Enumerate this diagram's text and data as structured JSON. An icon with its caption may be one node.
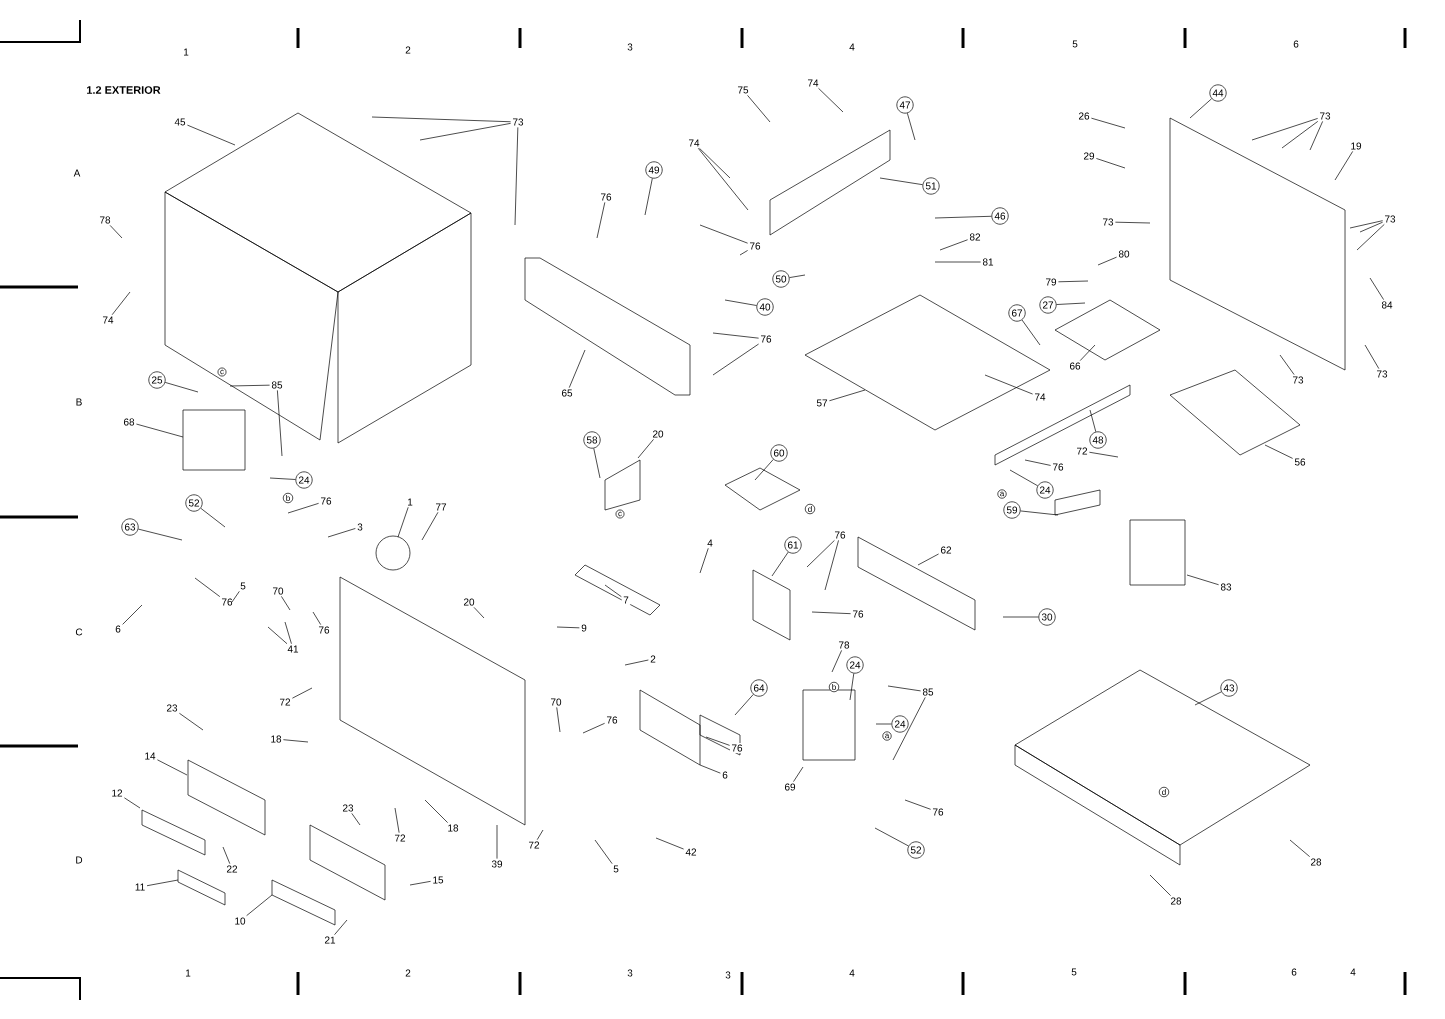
{
  "diagram": {
    "title": "1.2 EXTERIOR",
    "nodes": [
      {
        "text": [
          "45"
        ]
      },
      {
        "text": [
          "73"
        ]
      },
      {
        "text": [
          "78"
        ]
      },
      {
        "text": [
          "74"
        ]
      },
      {
        "text": [
          "75"
        ]
      },
      {
        "text": [
          "74"
        ]
      },
      {
        "text": [
          "47"
        ]
      },
      {
        "text": [
          "51"
        ]
      },
      {
        "text": [
          "74"
        ]
      },
      {
        "text": [
          "49"
        ]
      },
      {
        "text": [
          "76"
        ]
      },
      {
        "text": [
          "76"
        ]
      },
      {
        "text": [
          "46"
        ]
      },
      {
        "text": [
          "82"
        ]
      },
      {
        "text": [
          "81"
        ]
      },
      {
        "text": [
          "50"
        ]
      },
      {
        "text": [
          "40"
        ]
      },
      {
        "text": [
          "76"
        ]
      },
      {
        "text": [
          "65"
        ]
      },
      {
        "text": [
          "57"
        ]
      },
      {
        "text": [
          "74"
        ]
      },
      {
        "text": [
          "26"
        ]
      },
      {
        "text": [
          "44"
        ]
      },
      {
        "text": [
          "73"
        ]
      },
      {
        "text": [
          "29"
        ]
      },
      {
        "text": [
          "19"
        ]
      },
      {
        "text": [
          "73"
        ]
      },
      {
        "text": [
          "73"
        ]
      },
      {
        "text": [
          "80"
        ]
      },
      {
        "text": [
          "79"
        ]
      },
      {
        "text": [
          "27"
        ]
      },
      {
        "text": [
          "67"
        ]
      },
      {
        "text": [
          "66"
        ]
      },
      {
        "text": [
          "84"
        ]
      },
      {
        "text": [
          "73"
        ]
      },
      {
        "text": [
          "73"
        ]
      },
      {
        "text": [
          "48"
        ]
      },
      {
        "text": [
          "72"
        ]
      },
      {
        "text": [
          "76"
        ]
      },
      {
        "text": [
          "24"
        ]
      },
      {
        "text": [
          "56"
        ]
      },
      {
        "text": [
          "59"
        ]
      },
      {
        "text": [
          "83"
        ]
      },
      {
        "text": [
          "25"
        ]
      },
      {
        "text": [
          "85"
        ]
      },
      {
        "text": [
          "68"
        ]
      },
      {
        "text": [
          "24"
        ]
      },
      {
        "text": [
          "76"
        ]
      },
      {
        "text": [
          "52"
        ]
      },
      {
        "text": [
          "3"
        ]
      },
      {
        "text": [
          "63"
        ]
      },
      {
        "text": [
          "1"
        ]
      },
      {
        "text": [
          "77"
        ]
      },
      {
        "text": [
          "58"
        ]
      },
      {
        "text": [
          "20"
        ]
      },
      {
        "text": [
          "60"
        ]
      },
      {
        "text": [
          "76"
        ]
      },
      {
        "text": [
          "5"
        ]
      },
      {
        "text": [
          "6"
        ]
      },
      {
        "text": [
          "70"
        ]
      },
      {
        "text": [
          "76"
        ]
      },
      {
        "text": [
          "41"
        ]
      },
      {
        "text": [
          "20"
        ]
      },
      {
        "text": [
          "72"
        ]
      },
      {
        "text": [
          "4"
        ]
      },
      {
        "text": [
          "61"
        ]
      },
      {
        "text": [
          "76"
        ]
      },
      {
        "text": [
          "76"
        ]
      },
      {
        "text": [
          "7"
        ]
      },
      {
        "text": [
          "9"
        ]
      },
      {
        "text": [
          "2"
        ]
      },
      {
        "text": [
          "62"
        ]
      },
      {
        "text": [
          "30"
        ]
      },
      {
        "text": [
          "70"
        ]
      },
      {
        "text": [
          "76"
        ]
      },
      {
        "text": [
          "18"
        ]
      },
      {
        "text": [
          "72"
        ]
      },
      {
        "text": [
          "18"
        ]
      },
      {
        "text": [
          "39"
        ]
      },
      {
        "text": [
          "23"
        ]
      },
      {
        "text": [
          "14"
        ]
      },
      {
        "text": [
          "12"
        ]
      },
      {
        "text": [
          "22"
        ]
      },
      {
        "text": [
          "11"
        ]
      },
      {
        "text": [
          "23"
        ]
      },
      {
        "text": [
          "15"
        ]
      },
      {
        "text": [
          "10"
        ]
      },
      {
        "text": [
          "21"
        ]
      },
      {
        "text": [
          "72"
        ]
      },
      {
        "text": [
          "5"
        ]
      },
      {
        "text": [
          "42"
        ]
      },
      {
        "text": [
          "76"
        ]
      },
      {
        "text": [
          "6"
        ]
      },
      {
        "text": [
          "64"
        ]
      },
      {
        "text": [
          "78"
        ]
      },
      {
        "text": [
          "24"
        ]
      },
      {
        "text": [
          "24"
        ]
      },
      {
        "text": [
          "85"
        ]
      },
      {
        "text": [
          "69"
        ]
      },
      {
        "text": [
          "76"
        ]
      },
      {
        "text": [
          "52"
        ]
      },
      {
        "text": [
          "43"
        ]
      },
      {
        "text": [
          "28"
        ]
      },
      {
        "text": [
          "28"
        ]
      }
    ],
    "edges": [
      {
        "from": 0,
        "to": null,
        "arrow": "none"
      },
      {
        "from": 1,
        "to": null,
        "arrow": "none"
      },
      {
        "from": 1,
        "to": null,
        "arrow": "none"
      },
      {
        "from": 1,
        "to": null,
        "arrow": "none"
      },
      {
        "from": 2,
        "to": null,
        "arrow": "none"
      },
      {
        "from": 3,
        "to": null,
        "arrow": "none"
      },
      {
        "from": 4,
        "to": null,
        "arrow": "none"
      },
      {
        "from": 5,
        "to": null,
        "arrow": "none"
      },
      {
        "from": 6,
        "to": null,
        "arrow": "none"
      },
      {
        "from": 7,
        "to": null,
        "arrow": "none"
      },
      {
        "from": 8,
        "to": null,
        "arrow": "none"
      },
      {
        "from": 8,
        "to": null,
        "arrow": "none"
      },
      {
        "from": 9,
        "to": null,
        "arrow": "none"
      },
      {
        "from": 10,
        "to": null,
        "arrow": "none"
      },
      {
        "from": 11,
        "to": null,
        "arrow": "none"
      },
      {
        "from": 11,
        "to": null,
        "arrow": "none"
      },
      {
        "from": 12,
        "to": null,
        "arrow": "none"
      },
      {
        "from": 13,
        "to": null,
        "arrow": "none"
      },
      {
        "from": 14,
        "to": null,
        "arrow": "none"
      },
      {
        "from": 15,
        "to": null,
        "arrow": "none"
      },
      {
        "from": 16,
        "to": null,
        "arrow": "none"
      },
      {
        "from": 17,
        "to": null,
        "arrow": "none"
      },
      {
        "from": 17,
        "to": null,
        "arrow": "none"
      },
      {
        "from": 18,
        "to": null,
        "arrow": "none"
      },
      {
        "from": 19,
        "to": null,
        "arrow": "none"
      },
      {
        "from": 20,
        "to": null,
        "arrow": "none"
      },
      {
        "from": 21,
        "to": null,
        "arrow": "none"
      },
      {
        "from": 22,
        "to": null,
        "arrow": "none"
      },
      {
        "from": 23,
        "to": null,
        "arrow": "none"
      },
      {
        "from": 23,
        "to": null,
        "arrow": "none"
      },
      {
        "from": 23,
        "to": null,
        "arrow": "none"
      },
      {
        "from": 24,
        "to": null,
        "arrow": "none"
      },
      {
        "from": 25,
        "to": null,
        "arrow": "none"
      },
      {
        "from": 26,
        "to": null,
        "arrow": "none"
      },
      {
        "from": 27,
        "to": null,
        "arrow": "none"
      },
      {
        "from": 27,
        "to": null,
        "arrow": "none"
      },
      {
        "from": 27,
        "to": null,
        "arrow": "none"
      },
      {
        "from": 28,
        "to": null,
        "arrow": "none"
      },
      {
        "from": 29,
        "to": null,
        "arrow": "none"
      },
      {
        "from": 30,
        "to": null,
        "arrow": "none"
      },
      {
        "from": 31,
        "to": null,
        "arrow": "none"
      },
      {
        "from": 32,
        "to": null,
        "arrow": "none"
      },
      {
        "from": 33,
        "to": null,
        "arrow": "none"
      },
      {
        "from": 34,
        "to": null,
        "arrow": "none"
      },
      {
        "from": 35,
        "to": null,
        "arrow": "none"
      },
      {
        "from": 36,
        "to": null,
        "arrow": "none"
      },
      {
        "from": 37,
        "to": null,
        "arrow": "none"
      },
      {
        "from": 38,
        "to": null,
        "arrow": "none"
      },
      {
        "from": 39,
        "to": null,
        "arrow": "none"
      },
      {
        "from": 40,
        "to": null,
        "arrow": "none"
      },
      {
        "from": 41,
        "to": null,
        "arrow": "none"
      },
      {
        "from": 42,
        "to": null,
        "arrow": "none"
      },
      {
        "from": 43,
        "to": null,
        "arrow": "none"
      },
      {
        "from": 44,
        "to": null,
        "arrow": "none"
      },
      {
        "from": 44,
        "to": null,
        "arrow": "none"
      },
      {
        "from": 45,
        "to": null,
        "arrow": "none"
      },
      {
        "from": 46,
        "to": null,
        "arrow": "none"
      },
      {
        "from": 47,
        "to": null,
        "arrow": "none"
      },
      {
        "from": 48,
        "to": null,
        "arrow": "none"
      },
      {
        "from": 49,
        "to": null,
        "arrow": "none"
      },
      {
        "from": 50,
        "to": null,
        "arrow": "none"
      },
      {
        "from": 51,
        "to": null,
        "arrow": "none"
      },
      {
        "from": 52,
        "to": null,
        "arrow": "none"
      },
      {
        "from": 53,
        "to": null,
        "arrow": "none"
      },
      {
        "from": 54,
        "to": null,
        "arrow": "none"
      },
      {
        "from": 55,
        "to": null,
        "arrow": "none"
      },
      {
        "from": 56,
        "to": null,
        "arrow": "none"
      },
      {
        "from": 57,
        "to": null,
        "arrow": "none"
      },
      {
        "from": 58,
        "to": null,
        "arrow": "none"
      },
      {
        "from": 59,
        "to": null,
        "arrow": "none"
      },
      {
        "from": 60,
        "to": null,
        "arrow": "none"
      },
      {
        "from": 61,
        "to": null,
        "arrow": "none"
      },
      {
        "from": 61,
        "to": null,
        "arrow": "none"
      },
      {
        "from": 62,
        "to": null,
        "arrow": "none"
      },
      {
        "from": 63,
        "to": null,
        "arrow": "none"
      },
      {
        "from": 64,
        "to": null,
        "arrow": "none"
      },
      {
        "from": 65,
        "to": null,
        "arrow": "none"
      },
      {
        "from": 66,
        "to": null,
        "arrow": "none"
      },
      {
        "from": 66,
        "to": null,
        "arrow": "none"
      },
      {
        "from": 67,
        "to": null,
        "arrow": "none"
      },
      {
        "from": 68,
        "to": null,
        "arrow": "none"
      },
      {
        "from": 69,
        "to": null,
        "arrow": "none"
      },
      {
        "from": 70,
        "to": null,
        "arrow": "none"
      },
      {
        "from": 71,
        "to": null,
        "arrow": "none"
      },
      {
        "from": 72,
        "to": null,
        "arrow": "none"
      },
      {
        "from": 73,
        "to": null,
        "arrow": "none"
      },
      {
        "from": 74,
        "to": null,
        "arrow": "none"
      },
      {
        "from": 75,
        "to": null,
        "arrow": "none"
      },
      {
        "from": 76,
        "to": null,
        "arrow": "none"
      },
      {
        "from": 77,
        "to": null,
        "arrow": "none"
      },
      {
        "from": 78,
        "to": null,
        "arrow": "none"
      },
      {
        "from": 79,
        "to": null,
        "arrow": "none"
      },
      {
        "from": 80,
        "to": null,
        "arrow": "none"
      },
      {
        "from": 81,
        "to": null,
        "arrow": "none"
      },
      {
        "from": 82,
        "to": null,
        "arrow": "none"
      },
      {
        "from": 83,
        "to": null,
        "arrow": "none"
      },
      {
        "from": 84,
        "to": null,
        "arrow": "none"
      },
      {
        "from": 85,
        "to": null,
        "arrow": "none"
      },
      {
        "from": 86,
        "to": null,
        "arrow": "none"
      },
      {
        "from": 87,
        "to": null,
        "arrow": "none"
      },
      {
        "from": 88,
        "to": null,
        "arrow": "none"
      },
      {
        "from": 89,
        "to": null,
        "arrow": "none"
      },
      {
        "from": 90,
        "to": null,
        "arrow": "none"
      },
      {
        "from": 91,
        "to": null,
        "arrow": "none"
      },
      {
        "from": 92,
        "to": null,
        "arrow": "none"
      },
      {
        "from": 93,
        "to": null,
        "arrow": "none"
      },
      {
        "from": 94,
        "to": null,
        "arrow": "none"
      },
      {
        "from": 95,
        "to": null,
        "arrow": "none"
      },
      {
        "from": 96,
        "to": null,
        "arrow": "none"
      },
      {
        "from": 97,
        "to": null,
        "arrow": "none"
      },
      {
        "from": 97,
        "to": null,
        "arrow": "none"
      },
      {
        "from": 98,
        "to": null,
        "arrow": "none"
      },
      {
        "from": 99,
        "to": null,
        "arrow": "none"
      },
      {
        "from": 100,
        "to": null,
        "arrow": "none"
      },
      {
        "from": 101,
        "to": null,
        "arrow": "none"
      },
      {
        "from": 102,
        "to": null,
        "arrow": "none"
      },
      {
        "from": 103,
        "to": null,
        "arrow": "none"
      }
    ],
    "labels": [
      "1",
      "2",
      "3",
      "4",
      "5",
      "6",
      "A",
      "B",
      "C",
      "D",
      "1",
      "2",
      "3",
      "3",
      "4",
      "5",
      "6",
      "4",
      "c",
      "b",
      "c",
      "d",
      "a",
      "b",
      "a",
      "d"
    ]
  }
}
